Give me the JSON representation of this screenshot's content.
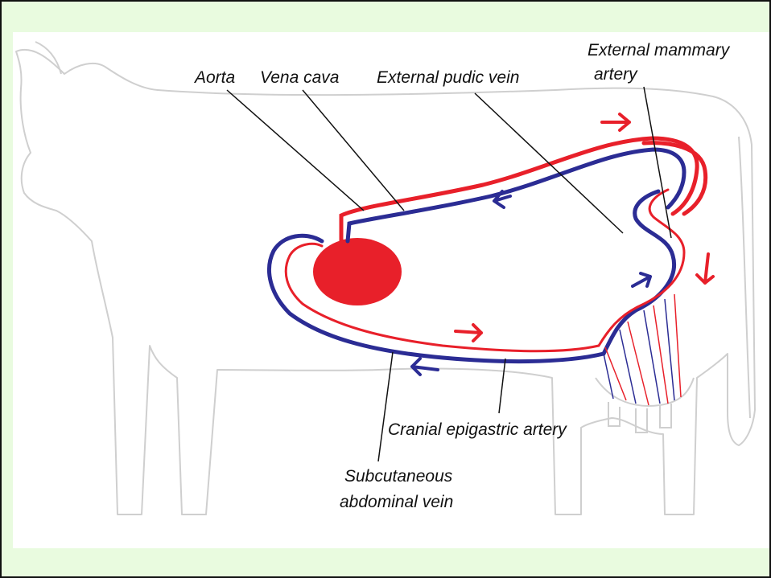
{
  "labels": {
    "aorta": "Aorta",
    "vena_cava": "Vena cava",
    "external_pudic_vein": "External pudic vein",
    "external_mammary_artery_line1": "External mammary",
    "external_mammary_artery_line2": "artery",
    "cranial_epigastric_artery": "Cranial epigastric artery",
    "subcutaneous_abdominal_vein_line1": "Subcutaneous",
    "subcutaneous_abdominal_vein_line2": "abdominal vein"
  },
  "colors": {
    "artery": "#e8202a",
    "vein": "#2b2c94",
    "outline": "#cfcfcf",
    "frame_bg": "#e9fbdf",
    "panel_bg": "#ffffff",
    "leader": "#111111"
  }
}
